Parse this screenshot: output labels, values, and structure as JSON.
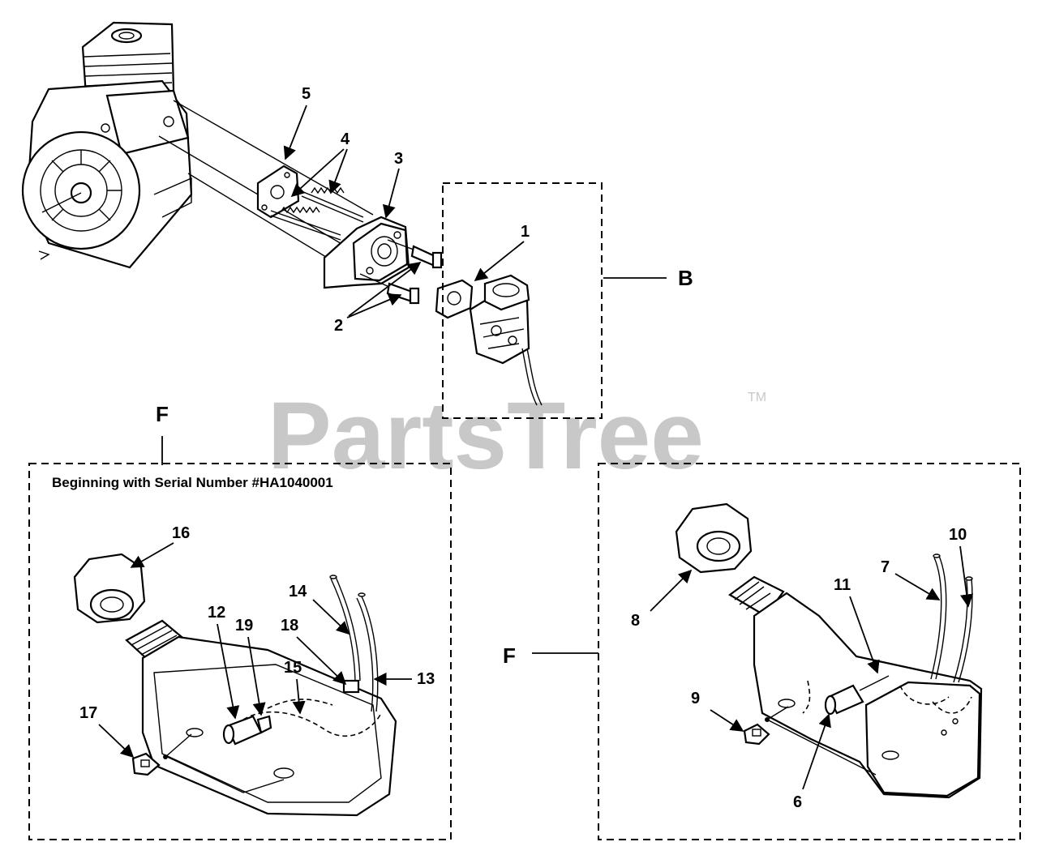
{
  "watermark": {
    "text": "PartsTree",
    "trademark": "TM"
  },
  "sections": {
    "carburetor_group": {
      "label": "B"
    },
    "fuel_tank_new": {
      "label": "F",
      "note": "Beginning with Serial Number #HA1040001"
    },
    "fuel_tank_old": {
      "label": "F"
    }
  },
  "callouts": [
    {
      "id": "1",
      "text": "1"
    },
    {
      "id": "2",
      "text": "2"
    },
    {
      "id": "3",
      "text": "3"
    },
    {
      "id": "4",
      "text": "4"
    },
    {
      "id": "5",
      "text": "5"
    },
    {
      "id": "6",
      "text": "6"
    },
    {
      "id": "7",
      "text": "7"
    },
    {
      "id": "8",
      "text": "8"
    },
    {
      "id": "9",
      "text": "9"
    },
    {
      "id": "10",
      "text": "10"
    },
    {
      "id": "11",
      "text": "11"
    },
    {
      "id": "12",
      "text": "12"
    },
    {
      "id": "13",
      "text": "13"
    },
    {
      "id": "14",
      "text": "14"
    },
    {
      "id": "15",
      "text": "15"
    },
    {
      "id": "16",
      "text": "16"
    },
    {
      "id": "17",
      "text": "17"
    },
    {
      "id": "18",
      "text": "18"
    },
    {
      "id": "19",
      "text": "19"
    }
  ]
}
